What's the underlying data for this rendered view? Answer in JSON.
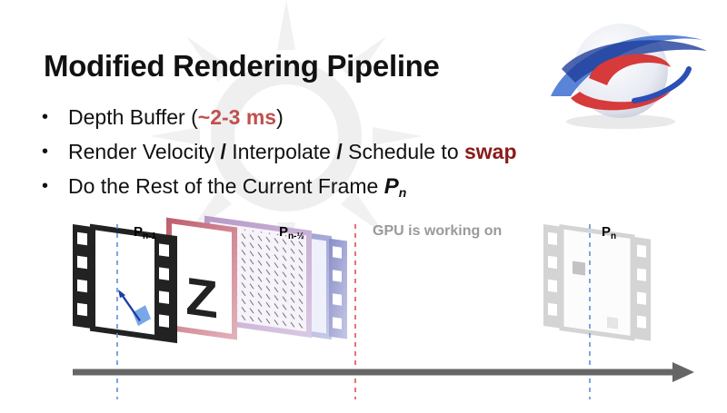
{
  "slide": {
    "title": "Modified Rendering Pipeline",
    "bullets": [
      {
        "pre": "Depth Buffer (",
        "highlight": "~2-3 ms",
        "post": ")"
      },
      {
        "a": "Render Velocity ",
        "sep1": "/",
        "b": " Interpolate ",
        "sep2": "/",
        "c": " Schedule to ",
        "highlight": "swap"
      },
      {
        "text": "Do the Rest of the Current Frame ",
        "p": "P",
        "sub": "n"
      }
    ]
  },
  "diagram": {
    "label_prev": {
      "p": "P",
      "sub": "n-1"
    },
    "label_half": {
      "p": "P",
      "sub": "n-½"
    },
    "gpu_label": "GPU is working on",
    "label_curr": {
      "p": "P",
      "sub": "n"
    },
    "z_glyph": "Z"
  },
  "colors": {
    "highlight_red": "#c0504d",
    "highlight_dark": "#8b1a1a",
    "timeline_arrow": "#666666",
    "marker_blue": "#5b8fd6",
    "marker_red": "#e05050"
  },
  "icons": [
    "sun-watermark-icon",
    "swirl-logo-icon",
    "film-strip-icon",
    "arrow-icon"
  ]
}
